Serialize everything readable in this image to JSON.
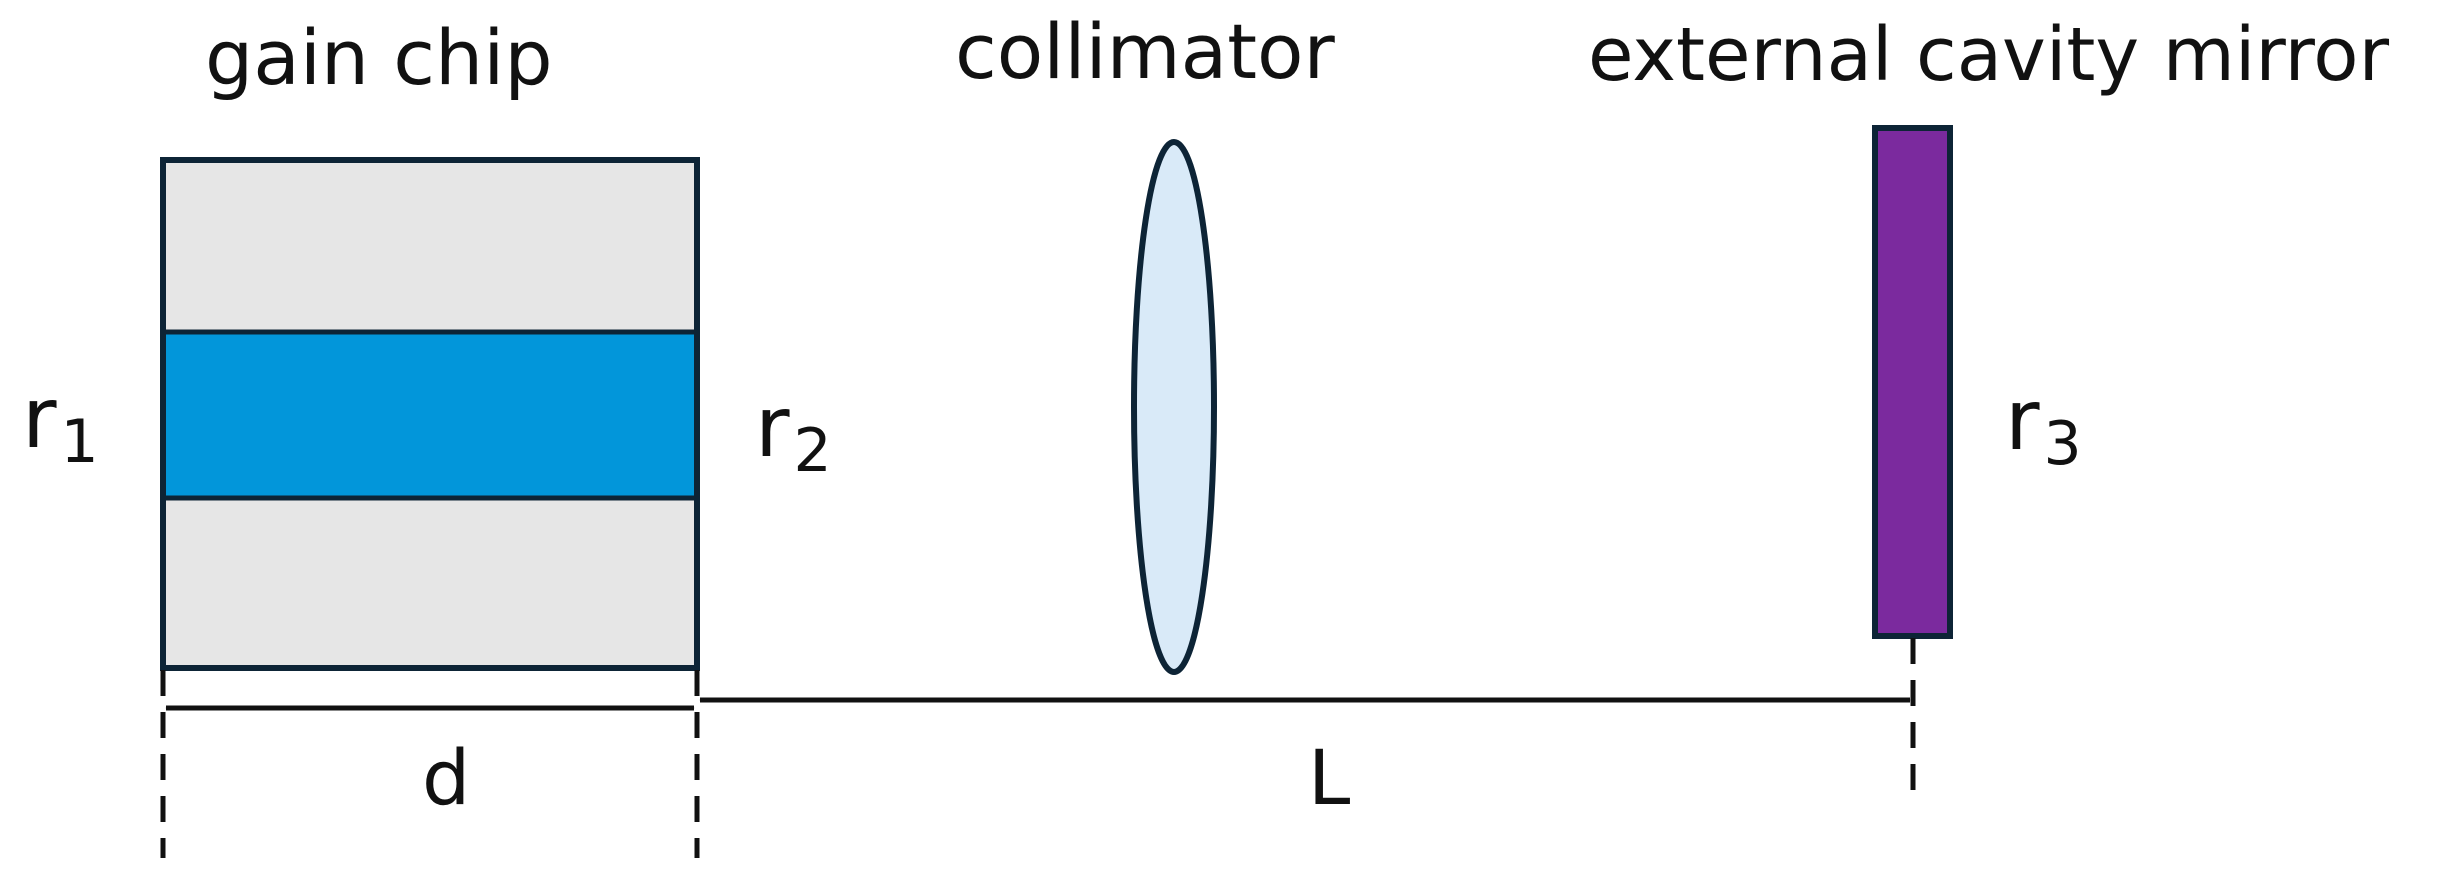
{
  "components": {
    "gain_chip": {
      "label": "gain chip"
    },
    "collimator": {
      "label": "collimator"
    },
    "mirror": {
      "label": "external cavity mirror"
    }
  },
  "reflectivities": [
    {
      "base": "r",
      "sub": "1"
    },
    {
      "base": "r",
      "sub": "2"
    },
    {
      "base": "r",
      "sub": "3"
    }
  ],
  "dimensions": {
    "chip_length": "d",
    "cavity_length": "L"
  },
  "colors": {
    "outline": "#0d2436",
    "cladding": "#e6e6e6",
    "waveguide": "#0296da",
    "lens_fill": "#d9eaf8",
    "mirror_fill": "#7b2a9e",
    "arrow": "#111111"
  }
}
